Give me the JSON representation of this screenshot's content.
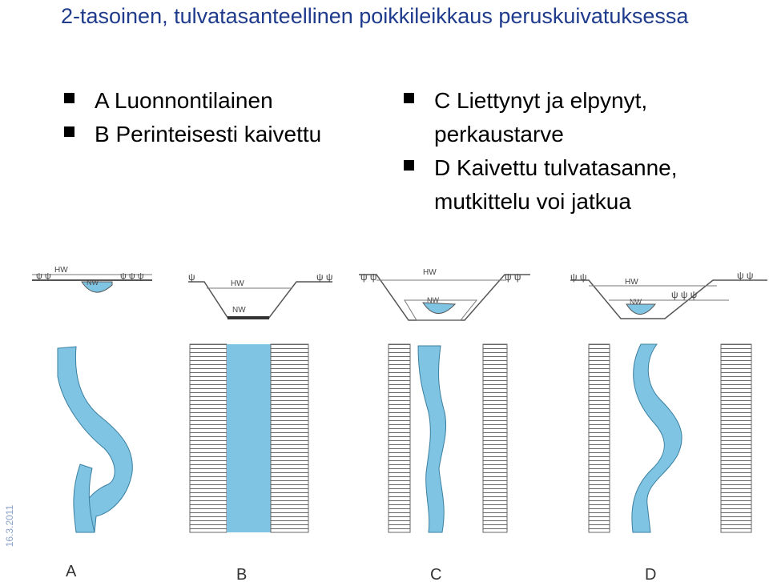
{
  "title": "2-tasoinen, tulvatasanteellinen poikkileikkaus peruskuivatuksessa",
  "left_bullets": [
    "A Luonnontilainen",
    "B Perinteisesti kaivettu"
  ],
  "right_bullets": [
    "C Liettynyt ja elpynyt, perkaustarve",
    "D Kaivettu tulvatasanne, mutkittelu voi jatkua"
  ],
  "water_levels": {
    "high": "HW",
    "low": "NW"
  },
  "panels": [
    "A",
    "B",
    "C",
    "D"
  ],
  "date": "16.3.2011",
  "colors": {
    "title": "#1f3b8c",
    "water": "#7fc4e2",
    "hatch": "#555555"
  }
}
